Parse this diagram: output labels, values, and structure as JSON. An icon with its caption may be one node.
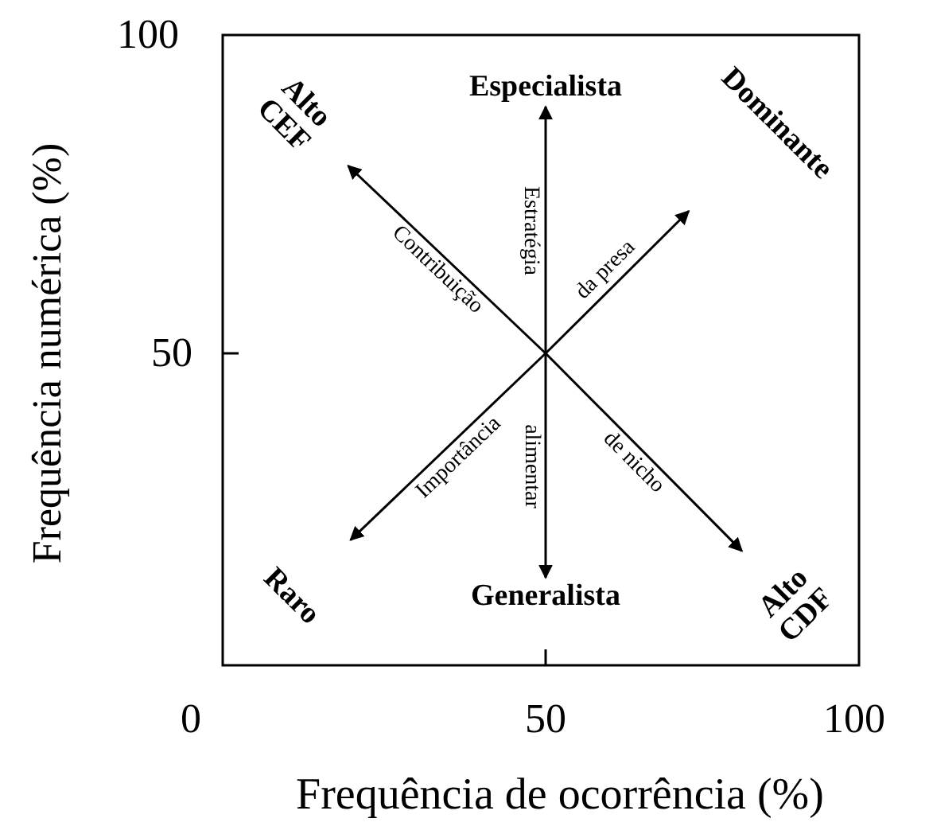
{
  "diagram": {
    "nodes": [
      {
        "text": [
          "Alto CEF"
        ]
      },
      {
        "text": [
          "Especialista"
        ]
      },
      {
        "text": [
          "Dominante"
        ]
      },
      {
        "text": [
          "Raro"
        ]
      },
      {
        "text": [
          "Generalista"
        ]
      },
      {
        "text": [
          "Alto CDF"
        ]
      }
    ],
    "edges": [
      {
        "from": null,
        "to": 0,
        "arrow": "to",
        "label": "Contribuição"
      },
      {
        "from": null,
        "to": 1,
        "arrow": "to",
        "label": "Estratégia"
      },
      {
        "from": null,
        "to": 2,
        "arrow": "to",
        "label": "da presa"
      },
      {
        "from": null,
        "to": 3,
        "arrow": "to",
        "label": "Importância"
      },
      {
        "from": null,
        "to": 4,
        "arrow": "to",
        "label": "alimentar"
      },
      {
        "from": null,
        "to": 5,
        "arrow": "to",
        "label": "de nicho"
      }
    ],
    "labels": [
      "100",
      "Frequência numérica (%)",
      "50",
      "0",
      "50",
      "100",
      "Frequência de ocorrência (%)"
    ]
  }
}
